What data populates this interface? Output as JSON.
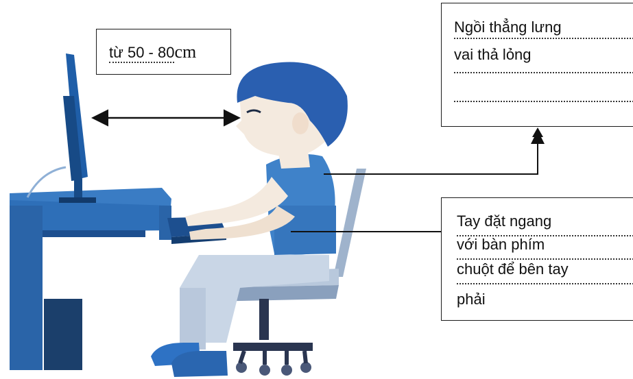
{
  "labels": {
    "distance": {
      "value": "từ 50 - 80",
      "unit": "cm"
    },
    "posture": {
      "line1": "Ngồi thẳng lưng",
      "line2": "vai thả lỏng",
      "line3": ""
    },
    "hands": {
      "line1": "Tay đặt ngang",
      "line2": "với bàn phím",
      "line3": "chuột để bên tay",
      "line4": "phải"
    }
  },
  "colors": {
    "desk": "#2e6fb8",
    "desk_dark": "#1d4f8f",
    "monitor": "#1f5ea8",
    "shirt": "#3f82c9",
    "hair": "#2a5fb0",
    "skin": "#f4eadf",
    "pants": "#c9d6e6",
    "chair": "#9fb3cc",
    "line": "#1a1a1a"
  },
  "icons": [
    "double-arrow-icon",
    "arrow-up-icon"
  ]
}
